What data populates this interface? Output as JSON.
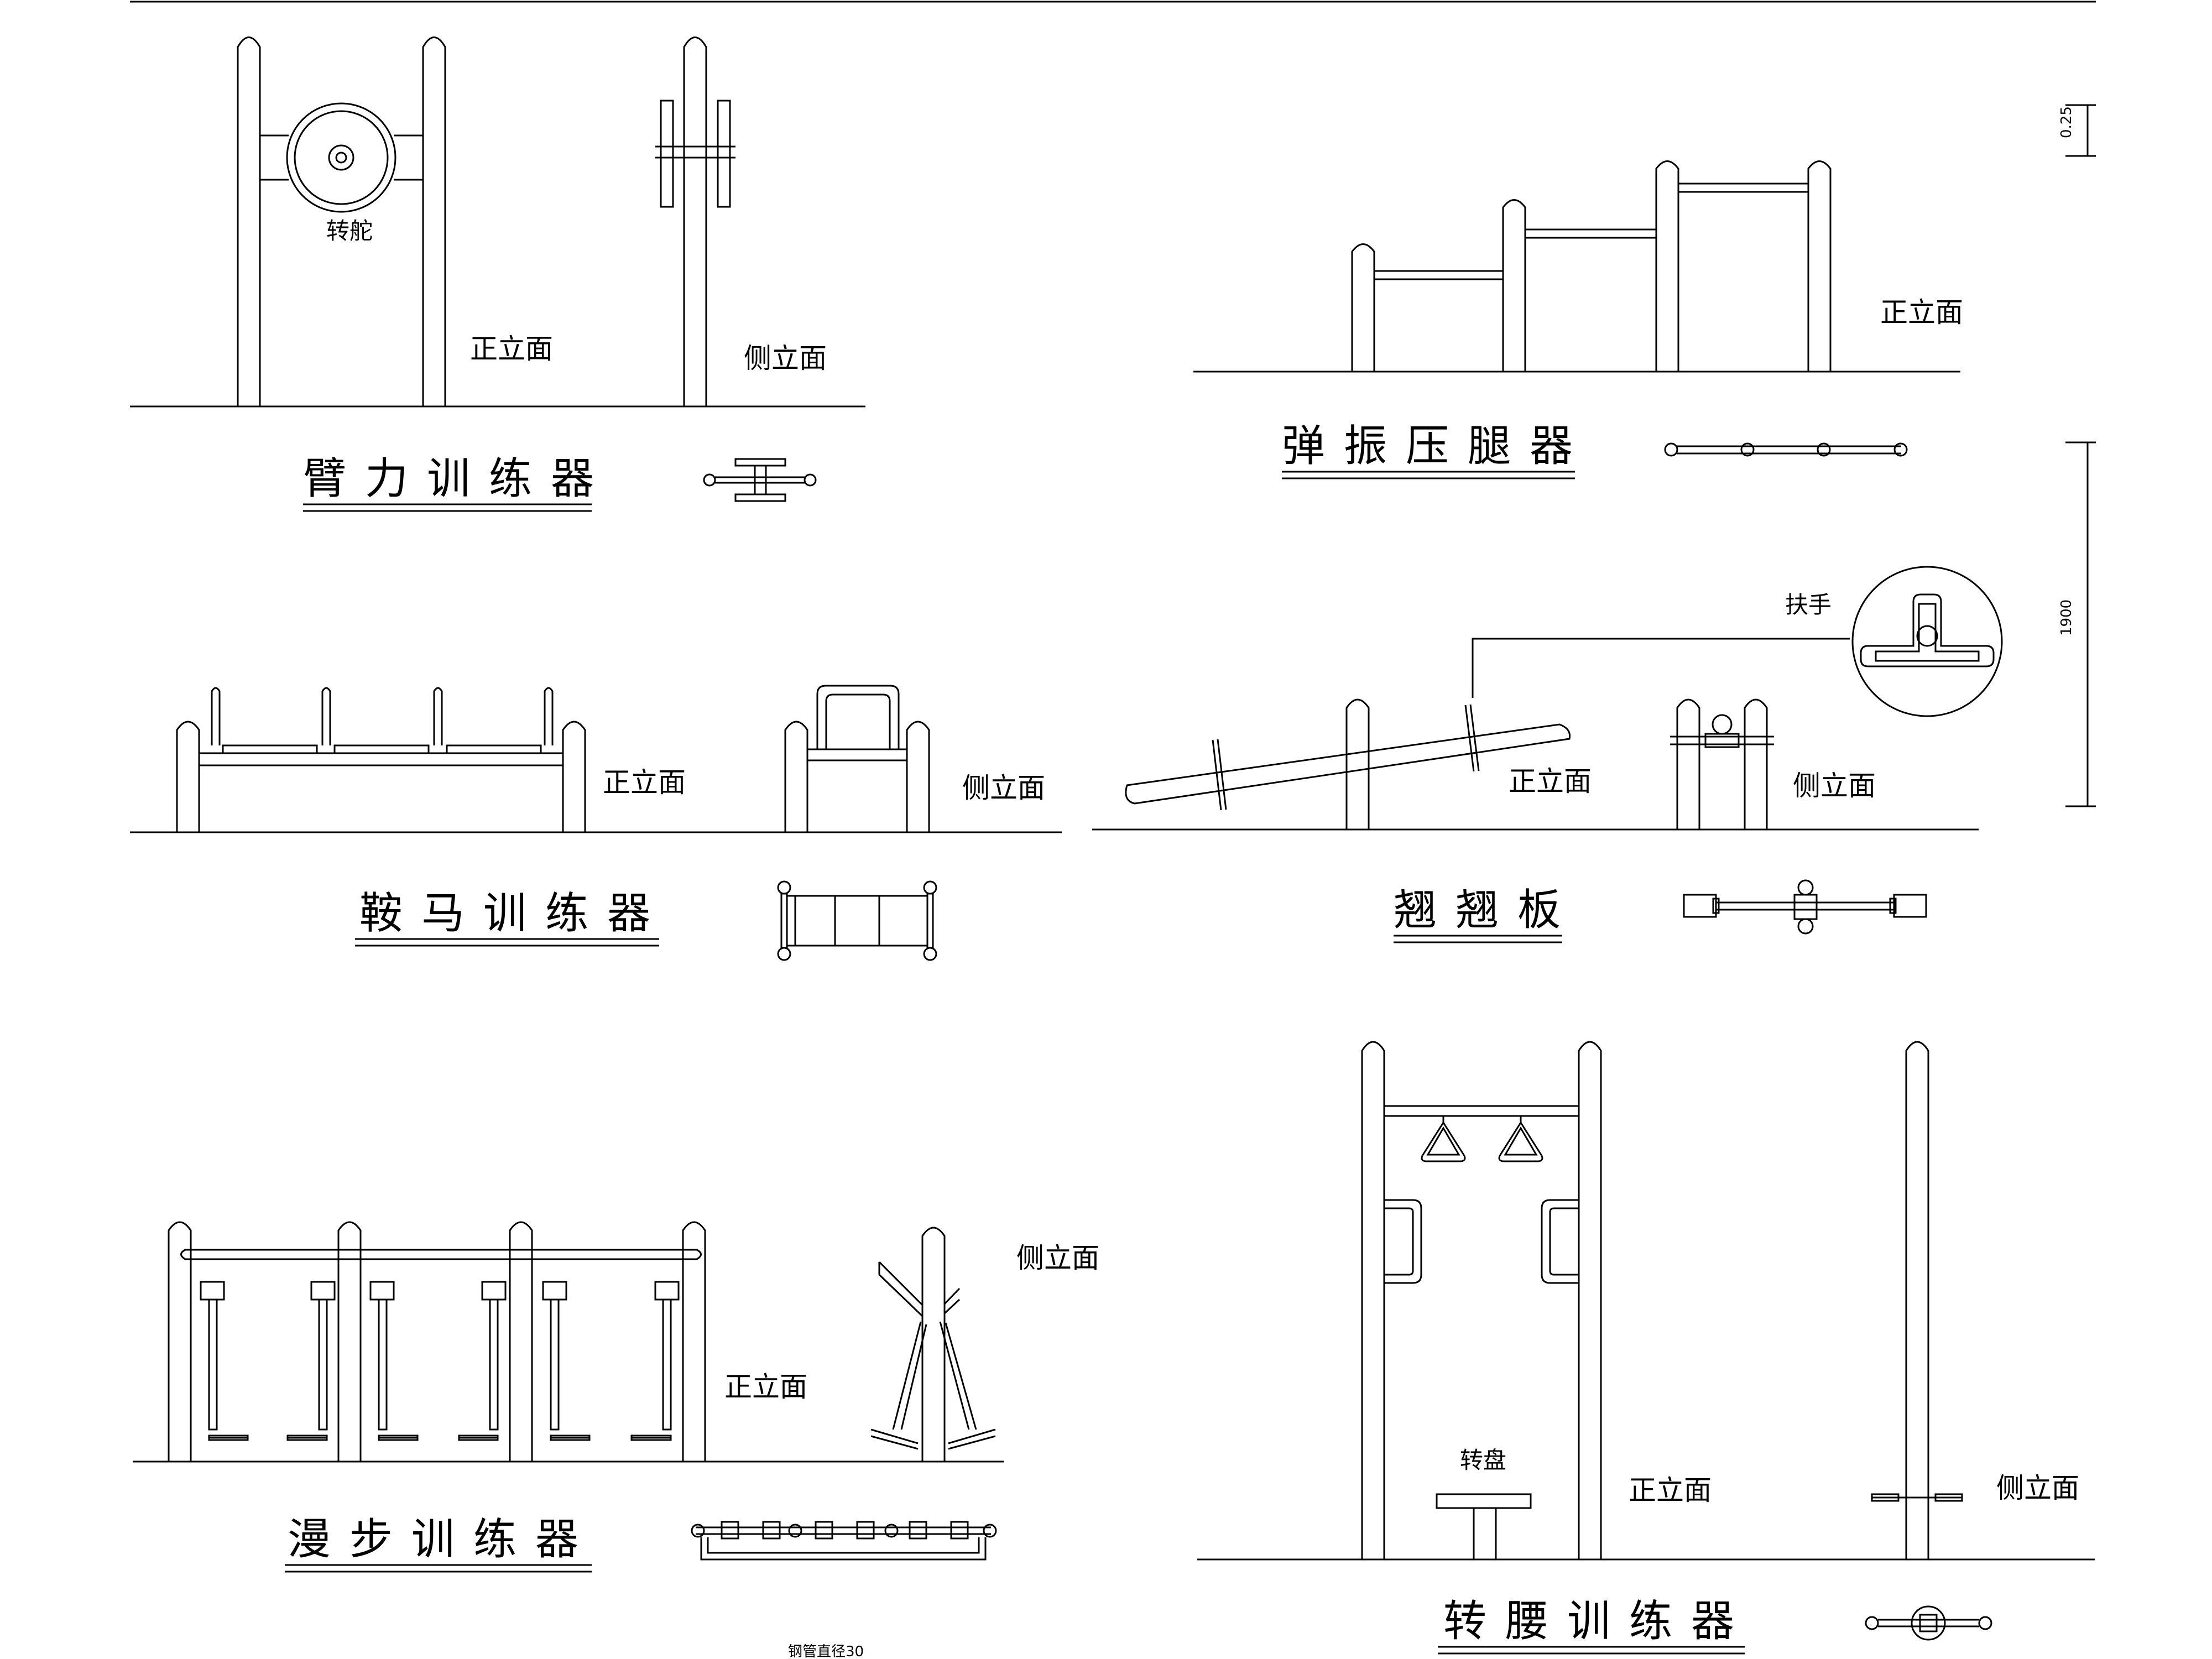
{
  "equipment": {
    "arm": {
      "title": "臂力训练器",
      "front_label": "正立面",
      "side_label": "侧立面",
      "part_label": "转舵"
    },
    "leg_press": {
      "title": "弹振压腿器",
      "front_label": "正立面"
    },
    "horse": {
      "title": "鞍马训练器",
      "front_label": "正立面",
      "side_label": "侧立面"
    },
    "seesaw": {
      "title": "翘翘板",
      "front_label": "正立面",
      "side_label": "侧立面",
      "detail_label": "扶手"
    },
    "walker": {
      "title": "漫步训练器",
      "front_label": "正立面",
      "side_label": "侧立面"
    },
    "waist": {
      "title": "转腰训练器",
      "front_label": "正立面",
      "side_label": "侧立面",
      "part_label": "转盘"
    }
  },
  "dimensions": {
    "top": "0.25",
    "height": "1900"
  },
  "footnote": "钢管直径30"
}
